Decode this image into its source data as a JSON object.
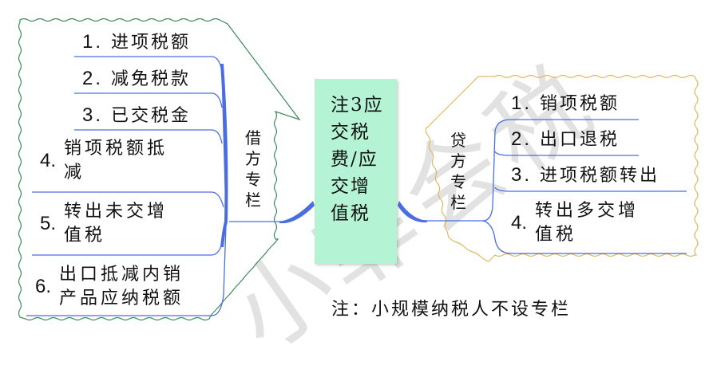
{
  "watermark": {
    "text": "小菲会税"
  },
  "central_node": {
    "label": "注3应交税费/应交增值税",
    "fill_color": "#b4f3d3"
  },
  "left_group": {
    "label": "借方专栏",
    "border_color": "#3a8a5a",
    "items": [
      {
        "num": "1.",
        "text": "进项税额"
      },
      {
        "num": "2.",
        "text": "减免税款"
      },
      {
        "num": "3.",
        "text": "已交税金"
      },
      {
        "num": "4.",
        "text": "销项税额抵减"
      },
      {
        "num": "5.",
        "text": "转出未交增值税"
      },
      {
        "num": "6.",
        "text": "出口抵减内销产品应纳税额"
      }
    ]
  },
  "right_group": {
    "label": "贷方专栏",
    "border_color": "#e0b860",
    "items": [
      {
        "num": "1.",
        "text": "销项税额"
      },
      {
        "num": "2.",
        "text": "出口退税"
      },
      {
        "num": "3.",
        "text": "进项税额转出"
      },
      {
        "num": "4.",
        "text": "转出多交增值税"
      }
    ]
  },
  "connector_color": "#4a6ee0",
  "footnote": "注：小规模纳税人不设专栏"
}
